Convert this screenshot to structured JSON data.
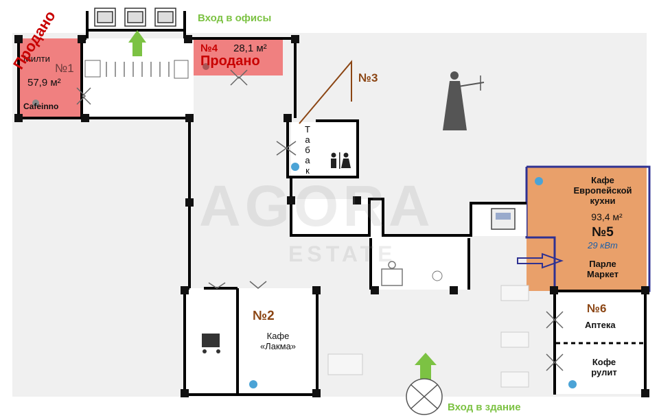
{
  "header": {
    "office_entrance": "Вход в офисы",
    "building_entrance": "Вход в здание"
  },
  "units": {
    "u1": {
      "tenant": "Милти",
      "number": "№1",
      "area": "57,9 м²",
      "tenant2": "Cafeinno",
      "status": "Продано"
    },
    "u4": {
      "number": "№4",
      "area": "28,1 м²",
      "status": "Продано"
    },
    "u3": {
      "number": "№3"
    },
    "tabak": {
      "letters": [
        "Т",
        "а",
        "б",
        "а",
        "к"
      ]
    },
    "u5": {
      "name_line1": "Кафе",
      "name_line2": "Европейской",
      "name_line3": "кухни",
      "area": "93,4 м²",
      "number": "№5",
      "power": "29 кВт",
      "tenant_line1": "Парле",
      "tenant_line2": "Маркет"
    },
    "u2": {
      "number": "№2",
      "name_line1": "Кафе",
      "name_line2": "«Лакма»"
    },
    "u6": {
      "number": "№6",
      "name": "Аптека",
      "coffee_line1": "Кофе",
      "coffee_line2": "рулит"
    }
  },
  "watermark": {
    "line1": "AGORA",
    "line2": "ESTATE"
  },
  "colors": {
    "sold_fill": "#f08080",
    "sold_text": "#c80000",
    "unit5_fill": "#e9a06a",
    "unit5_border": "#2e3192",
    "green_label": "#7cc243",
    "brown_label": "#8b4513",
    "wall": "#000000",
    "background": "#f0f0f0",
    "dot": "#4ba3d6"
  }
}
